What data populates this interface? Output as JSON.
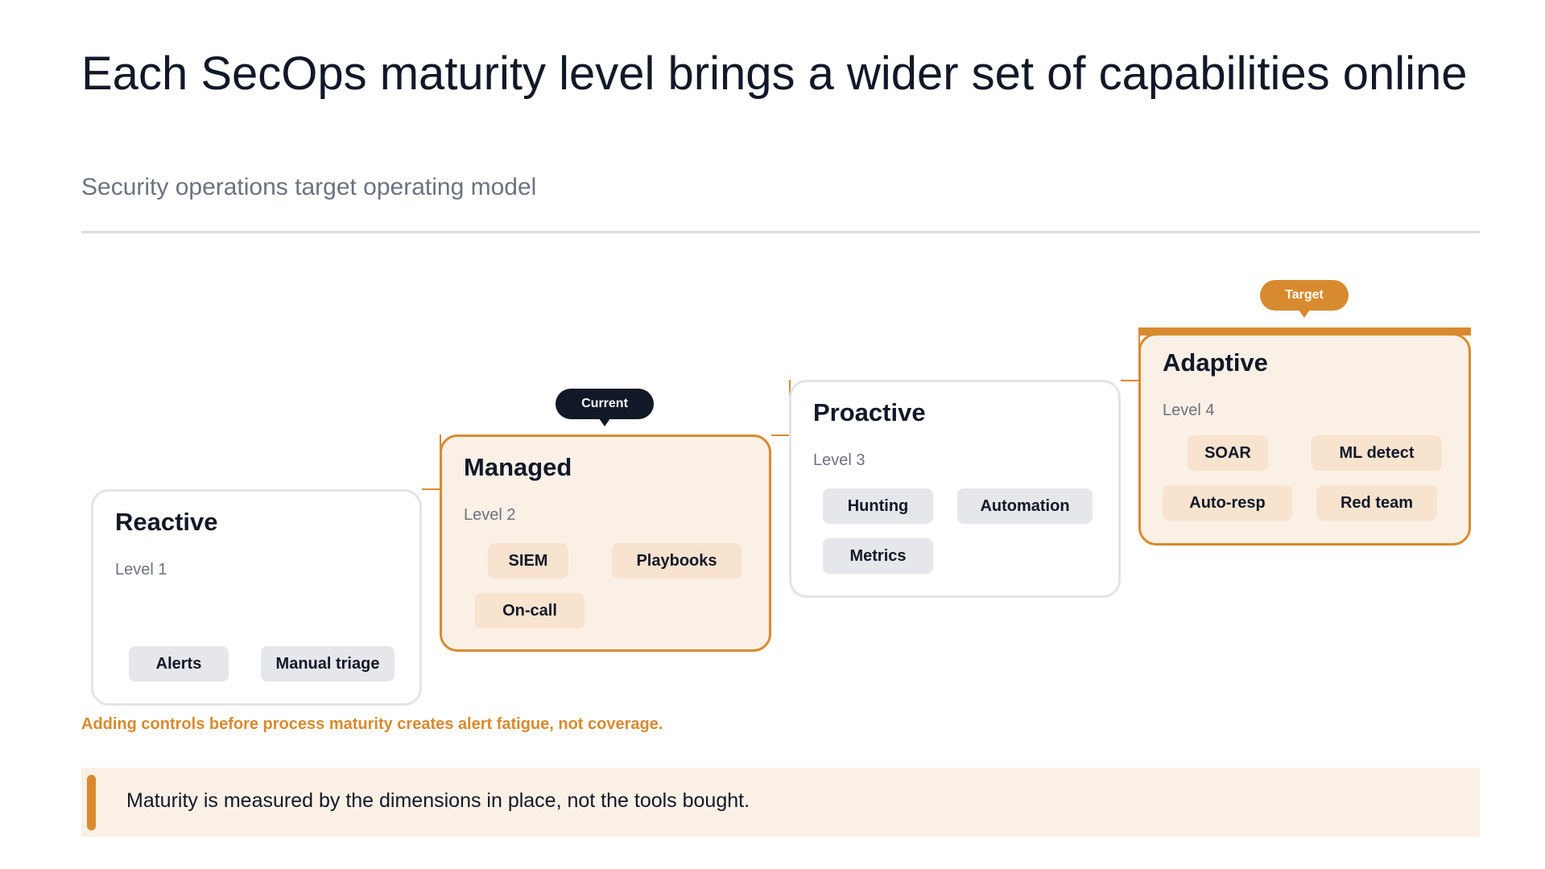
{
  "title": "Each SecOps maturity level brings a wider set of capabilities online",
  "subtitle": "Security operations target operating model",
  "levels": [
    {
      "name": "Reactive",
      "level": "Level 1",
      "capabilities": [
        "Alerts",
        "Manual triage"
      ]
    },
    {
      "name": "Managed",
      "level": "Level 2",
      "capabilities": [
        "SIEM",
        "Playbooks",
        "On-call"
      ],
      "marker": "Current"
    },
    {
      "name": "Proactive",
      "level": "Level 3",
      "capabilities": [
        "Hunting",
        "Automation",
        "Metrics"
      ]
    },
    {
      "name": "Adaptive",
      "level": "Level 4",
      "capabilities": [
        "SOAR",
        "ML detect",
        "Auto-resp",
        "Red team"
      ],
      "marker": "Target"
    }
  ],
  "warning": "Adding controls before process maturity creates alert fatigue, not coverage.",
  "callout": "Maturity is measured by the dimensions in place, not the tools bought.",
  "colors": {
    "accent": "#d88a2e",
    "highlight_fill": "#faf0e6",
    "dark": "#111827",
    "muted": "#6b7280"
  }
}
